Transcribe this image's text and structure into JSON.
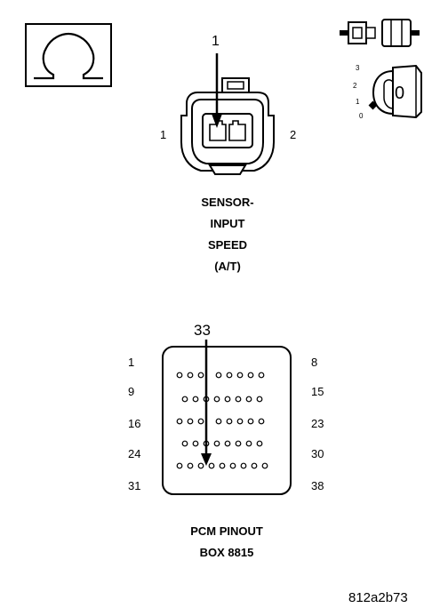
{
  "ohm_symbol": "Ω",
  "sensor": {
    "callout_pin": "1",
    "left_pin": "1",
    "right_pin": "2",
    "title_lines": [
      "SENSOR-",
      "INPUT",
      "SPEED",
      "(A/T)"
    ]
  },
  "ignition_key": {
    "position_labels": [
      "3",
      "2",
      "1",
      "0"
    ],
    "key_label": "0"
  },
  "pcm": {
    "callout_pin": "33",
    "left_labels": [
      "1",
      "9",
      "16",
      "24",
      "31"
    ],
    "right_labels": [
      "8",
      "15",
      "23",
      "30",
      "38"
    ],
    "title_lines": [
      "PCM PINOUT",
      "BOX 8815"
    ]
  },
  "figure_id": "812a2b73"
}
